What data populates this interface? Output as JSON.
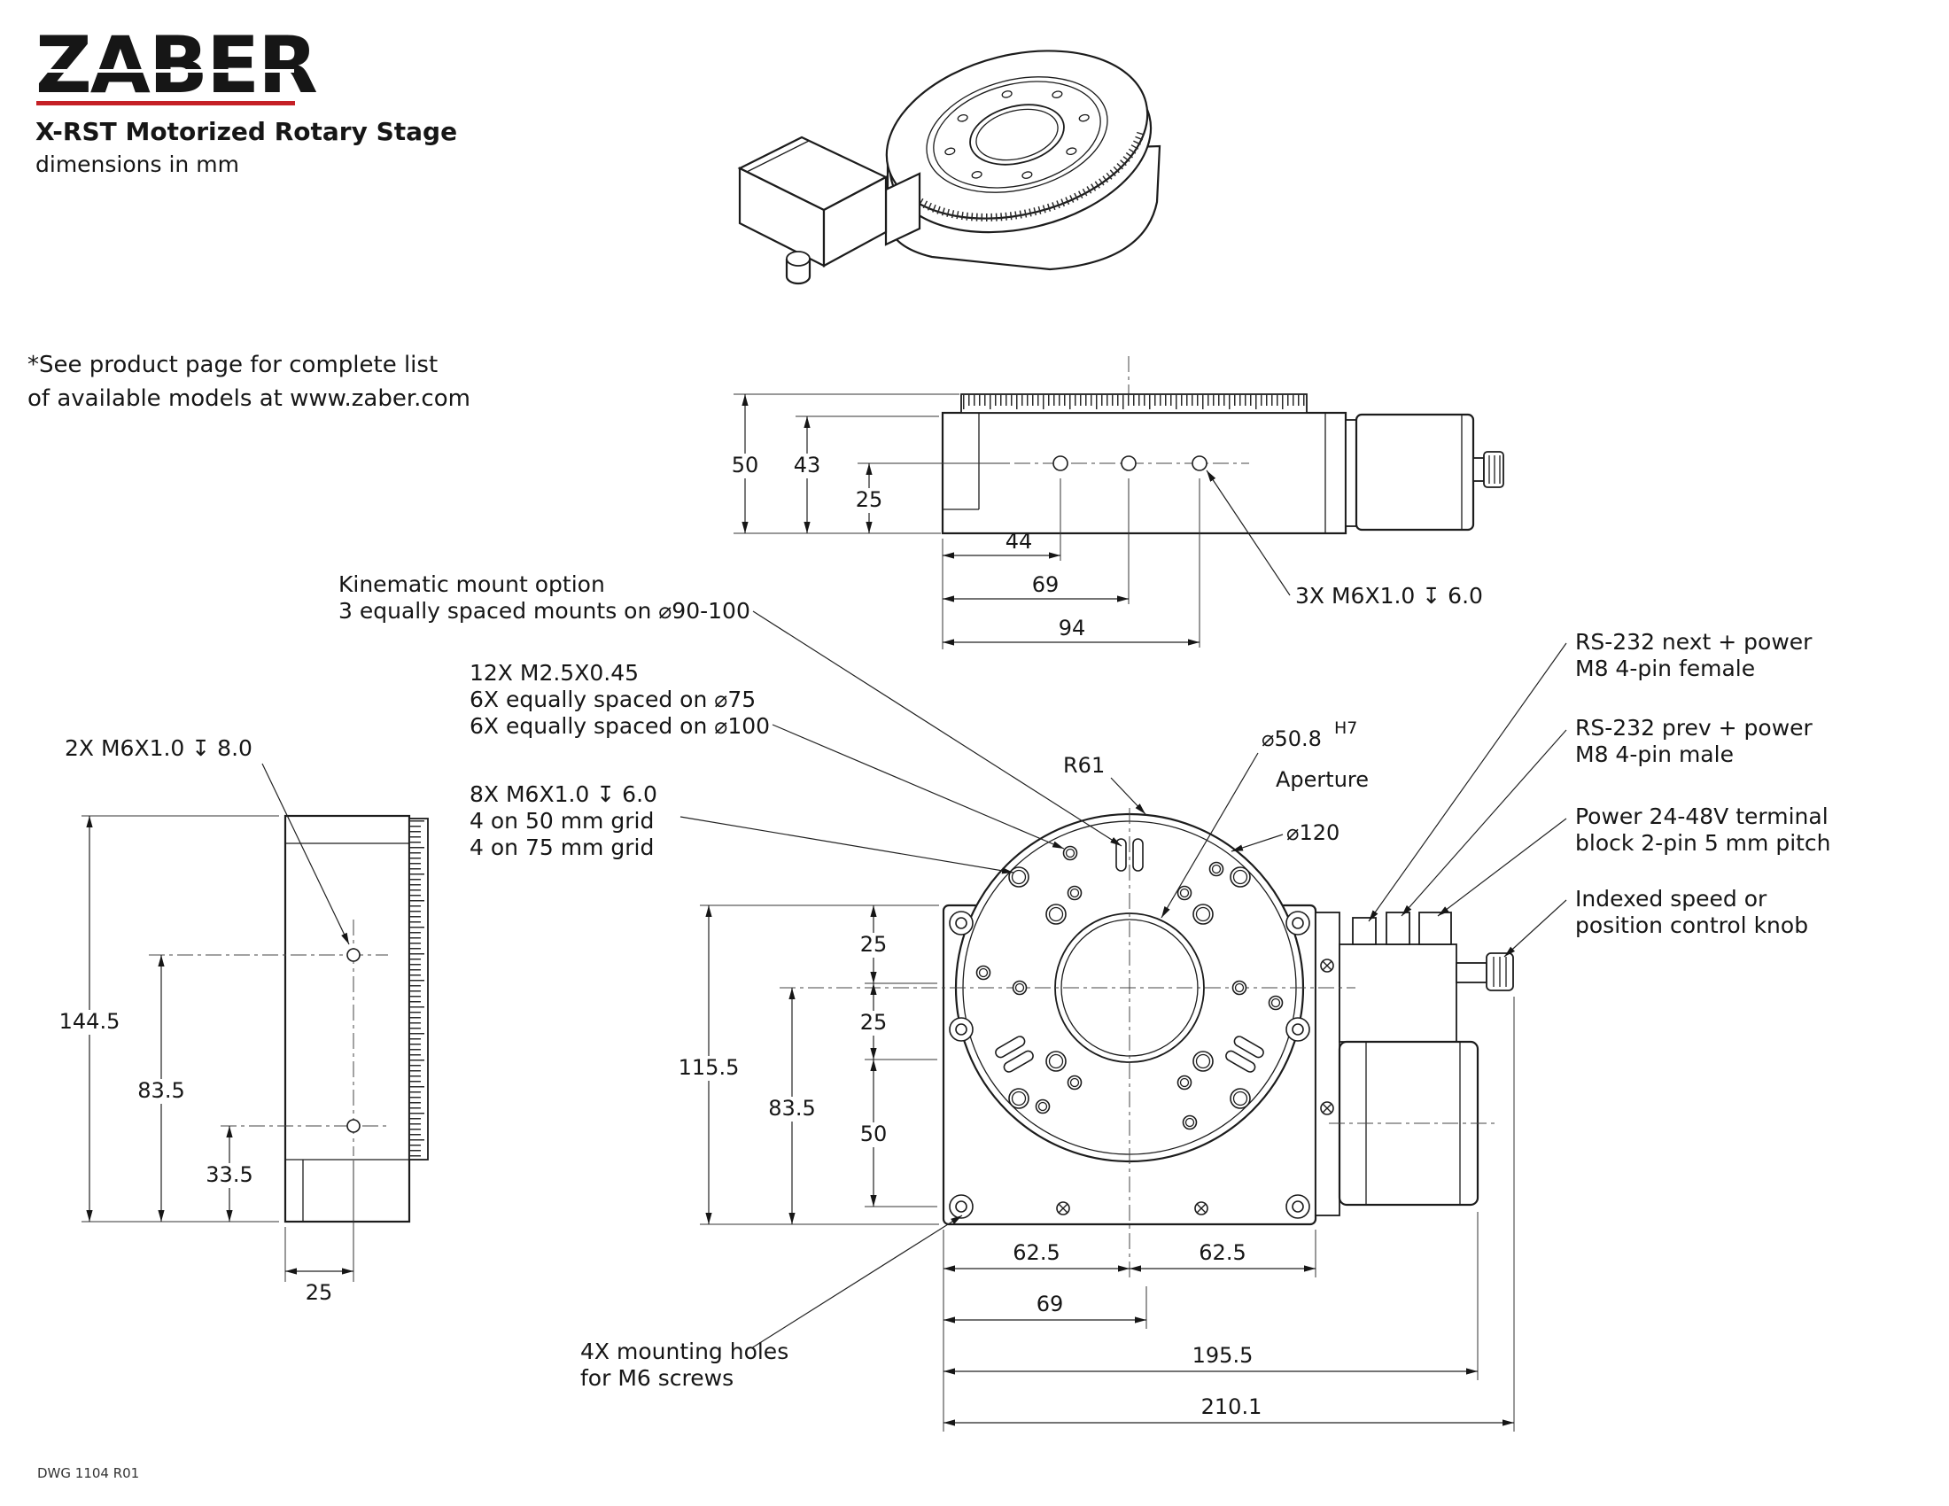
{
  "meta": {
    "bg": "#ffffff",
    "ink": "#1c1c1c",
    "brand_red": "#c52026"
  },
  "header": {
    "logo": "ZABER",
    "product": "X-RST Motorized Rotary Stage",
    "units_note": "dimensions in mm",
    "footnote_line1": "*See product page for complete list",
    "footnote_line2": "of available models at www.zaber.com",
    "drawing_number": "DWG 1104 R01"
  },
  "front_view": {
    "dims": {
      "height_overall": "50",
      "height_body": "43",
      "holes_to_base": "25",
      "hole1_x": "44",
      "hole2_x": "69",
      "hole3_x": "94"
    },
    "callout_taps": "3X M6X1.0 ↧ 6.0"
  },
  "side_view": {
    "callout_taps": "2X M6X1.0 ↧ 8.0",
    "dims": {
      "height_overall": "144.5",
      "upper_hole": "83.5",
      "lower_hole": "33.5",
      "hole_offset": "25"
    }
  },
  "plan_view": {
    "dims": {
      "plate_height": "115.5",
      "center_to_bottom": "83.5",
      "seg_25a": "25",
      "seg_25b": "25",
      "seg_50": "50",
      "left_half": "62.5",
      "right_half": "62.5",
      "edge_to_axis": "69",
      "length_body": "195.5",
      "length_overall": "210.1"
    },
    "labels": {
      "radius": "R61",
      "aperture_dia": "⌀50.8",
      "aperture_fit": "H7",
      "aperture_word": "Aperture",
      "outer_dia": "⌀120"
    }
  },
  "callouts": {
    "kinematic": [
      "Kinematic mount option",
      "3 equally spaced mounts on ⌀90-100"
    ],
    "m25_taps": [
      "12X M2.5X0.45",
      "6X equally spaced on ⌀75",
      "6X equally spaced on ⌀100"
    ],
    "m6_taps": [
      "8X M6X1.0 ↧ 6.0",
      "4 on 50 mm grid",
      "4 on 75 mm grid"
    ],
    "mounting_holes": [
      "4X mounting holes",
      "for M6 screws"
    ],
    "rs232_next": [
      "RS-232 next + power",
      "M8 4-pin female"
    ],
    "rs232_prev": [
      "RS-232 prev + power",
      "M8 4-pin male"
    ],
    "power": [
      "Power 24-48V terminal",
      "block 2-pin 5 mm pitch"
    ],
    "knob": [
      "Indexed speed or",
      "position control knob"
    ]
  }
}
